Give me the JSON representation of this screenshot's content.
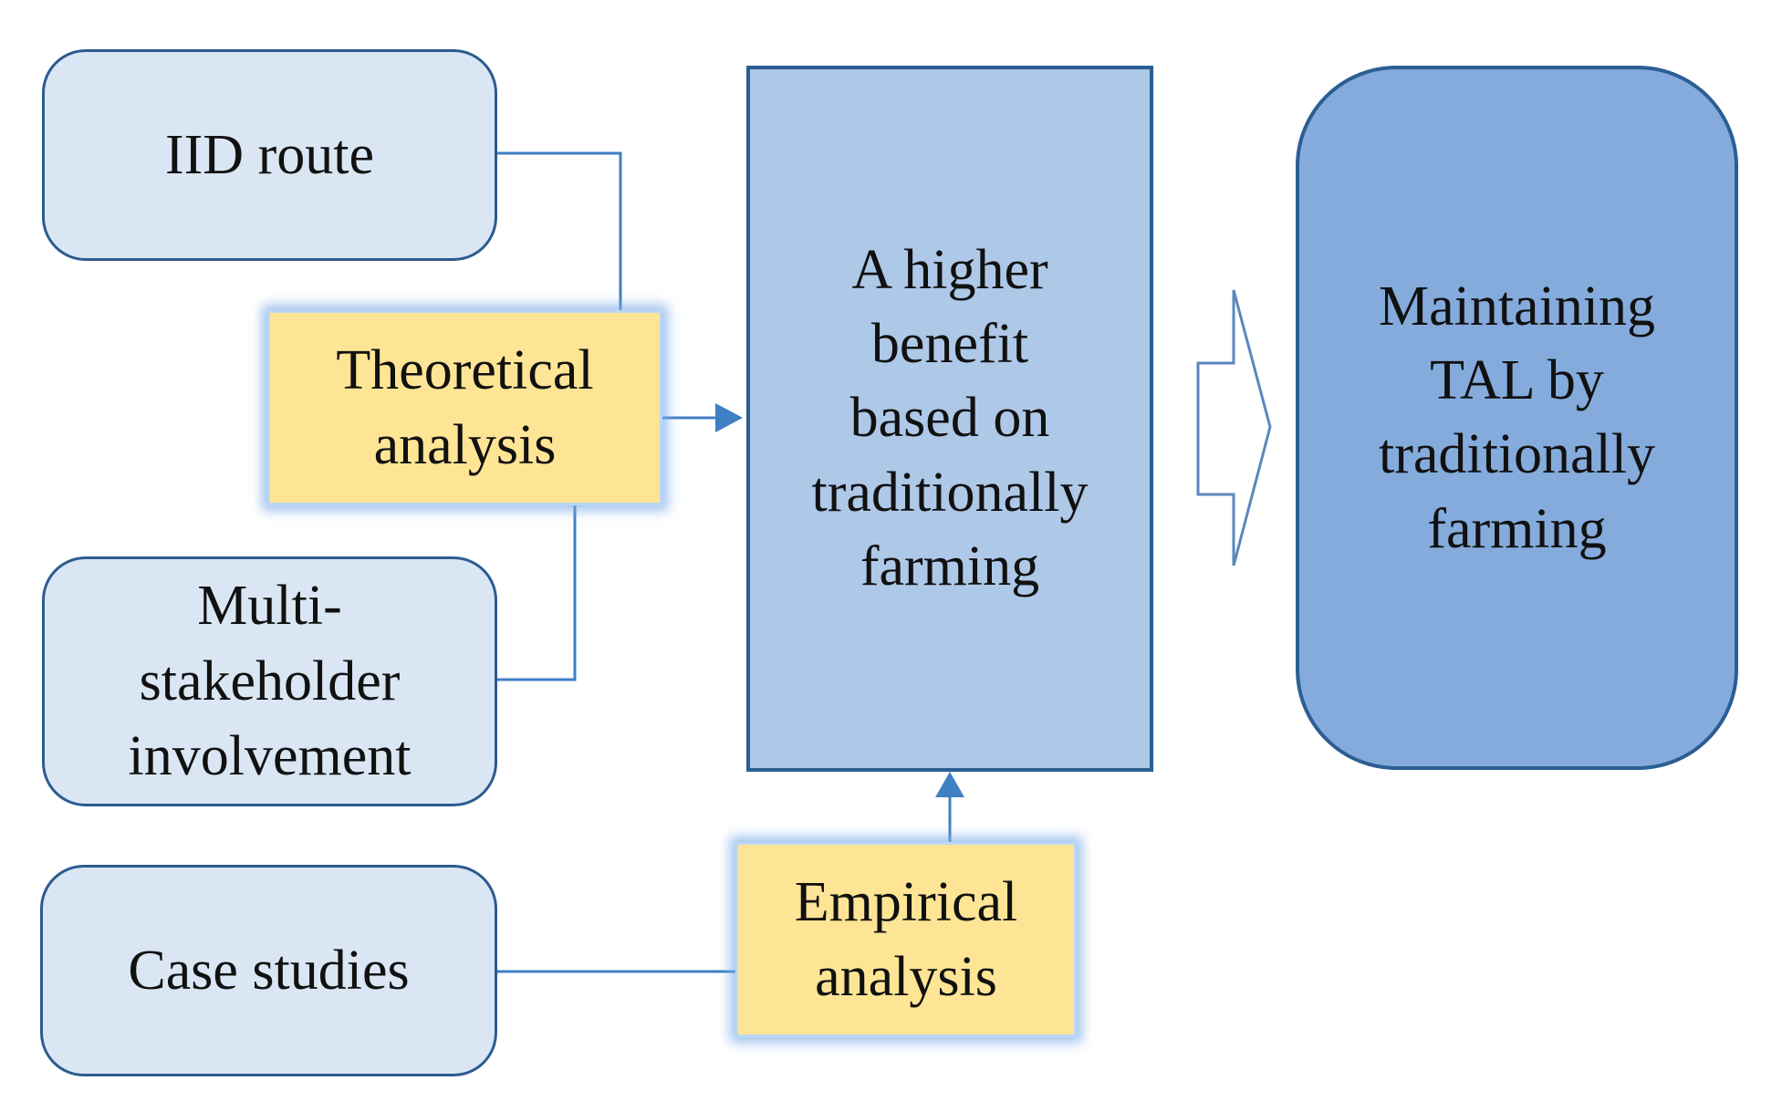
{
  "nodes": {
    "iid_route": "IID route",
    "multi_stakeholder": "Multi-\nstakeholder\ninvolvement",
    "case_studies": "Case studies",
    "theoretical_analysis": "Theoretical\nanalysis",
    "empirical_analysis": "Empirical\nanalysis",
    "higher_benefit": "A higher\nbenefit\nbased on\ntraditionally\nfarming",
    "maintaining_tal": "Maintaining\nTAL  by\ntraditionally\nfarming"
  },
  "colors": {
    "light_box_fill": "#dae6f4",
    "light_box_border": "#2c5b8f",
    "yellow_box_fill": "#fde595",
    "mid_box_fill": "#aec8e8",
    "dark_box_fill": "#84abdc",
    "connector": "#3f7fc4"
  }
}
